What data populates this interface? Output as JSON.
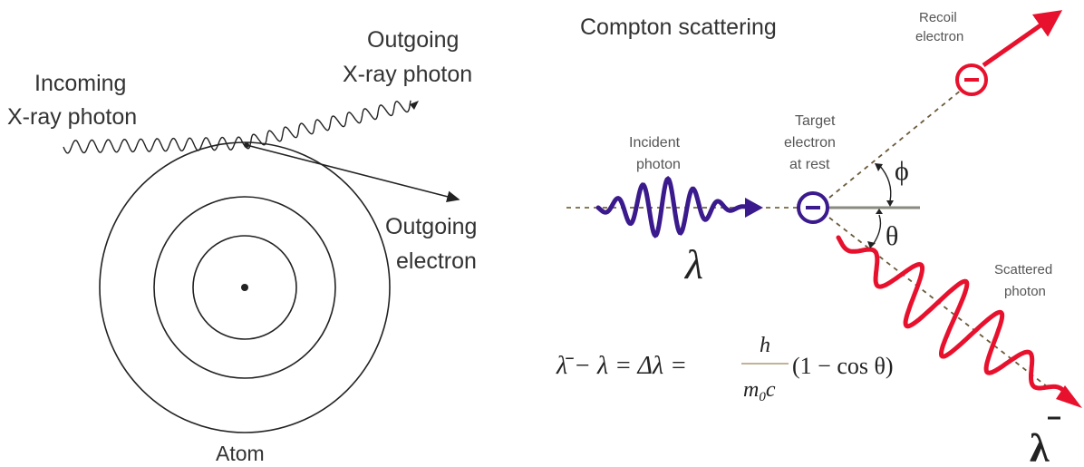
{
  "left_panel": {
    "incoming_line1": "Incoming",
    "incoming_line2": "X-ray photon",
    "outgoing_photon_line1": "Outgoing",
    "outgoing_photon_line2": "X-ray photon",
    "outgoing_electron_line1": "Outgoing",
    "outgoing_electron_line2": "electron",
    "atom_label": "Atom"
  },
  "right_panel": {
    "title": "Compton scattering",
    "recoil_line1": "Recoil",
    "recoil_line2": "electron",
    "incident_line1": "Incident",
    "incident_line2": "photon",
    "target_line1": "Target",
    "target_line2": "electron",
    "target_line3": "at rest",
    "scattered_line1": "Scattered",
    "scattered_line2": "photon",
    "phi_symbol": "ϕ",
    "theta_symbol": "θ",
    "lambda_symbol": "λ",
    "lambda_prime_symbol": "λ",
    "equation": {
      "lhs": "λ̄ − λ  = Δλ =",
      "numerator": "h",
      "denominator": "m",
      "denominator_sub": "0",
      "denominator_tail": "c",
      "rhs": "(1 − cos θ)"
    }
  },
  "colors": {
    "incident_wave": "#3a1a8c",
    "scattered_wave": "#e8112d",
    "electron_recoil": "#e8112d",
    "electron_target": "#3a1a8c",
    "line": "#222222"
  }
}
